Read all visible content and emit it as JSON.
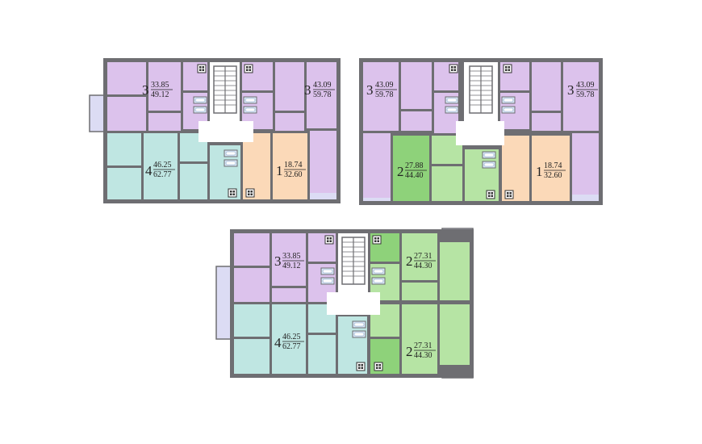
{
  "colors": {
    "wall": "#6e6e72",
    "purple": "#dcc2ec",
    "teal": "#bfe6e2",
    "peach": "#fbd9b8",
    "green_dark": "#8ed27a",
    "green_light": "#b6e4a4",
    "balcony": "#dcdcf4",
    "stair": "#ffffff",
    "bath": "#d8e6f6"
  },
  "plans": [
    {
      "units": [
        {
          "rooms": "3",
          "living": "33.85",
          "total": "49.12"
        },
        {
          "rooms": "3",
          "living": "43.09",
          "total": "59.78"
        },
        {
          "rooms": "4",
          "living": "46.25",
          "total": "62.77"
        },
        {
          "rooms": "1",
          "living": "18.74",
          "total": "32.60"
        }
      ]
    },
    {
      "units": [
        {
          "rooms": "3",
          "living": "43.09",
          "total": "59.78"
        },
        {
          "rooms": "3",
          "living": "43.09",
          "total": "59.78"
        },
        {
          "rooms": "2",
          "living": "27.88",
          "total": "44.40"
        },
        {
          "rooms": "1",
          "living": "18.74",
          "total": "32.60"
        }
      ]
    },
    {
      "units": [
        {
          "rooms": "3",
          "living": "33.85",
          "total": "49.12"
        },
        {
          "rooms": "2",
          "living": "27.31",
          "total": "44.30"
        },
        {
          "rooms": "4",
          "living": "46.25",
          "total": "62.77"
        },
        {
          "rooms": "2",
          "living": "27.31",
          "total": "44.30"
        }
      ]
    }
  ]
}
